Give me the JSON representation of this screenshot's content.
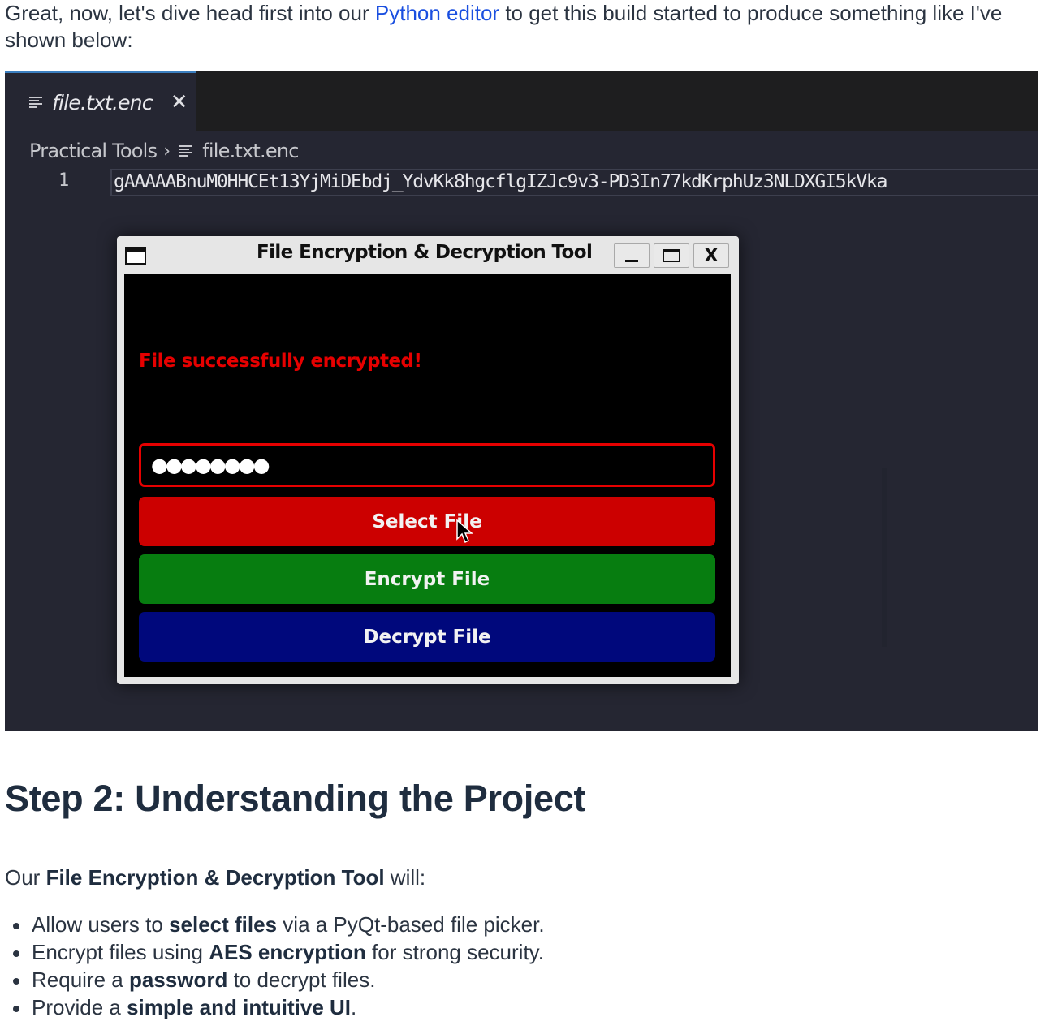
{
  "intro": {
    "before_link": "Great, now, let's dive head first into our ",
    "link_text": "Python editor",
    "after_link": " to get this build started to produce something like I've shown below:"
  },
  "editor": {
    "tab": {
      "label": "file.txt.enc",
      "close_glyph": "✕",
      "icon": "lines-icon"
    },
    "breadcrumb": {
      "folder": "Practical Tools",
      "separator": "›",
      "file": "file.txt.enc",
      "icon": "lines-icon"
    },
    "code": {
      "line_number": "1",
      "text": "gAAAAABnuM0HHCEt13YjMiDEbdj_YdvKk8hgcflgIZJc9v3-PD3In77kdKrphUz3NLDXGI5kVka"
    },
    "colors": {
      "background": "#252632",
      "tabbar": "#1e1e1f",
      "tab_accent": "#3b7fc0"
    }
  },
  "app_window": {
    "title": "File Encryption & Decryption Tool",
    "titlebar_buttons": {
      "minimize": "_",
      "maximize": "□",
      "close": "X"
    },
    "status_message": "File successfully encrypted!",
    "password_field": {
      "value_masked": "●●●●●●●●",
      "length": 8
    },
    "buttons": {
      "select": "Select File",
      "encrypt": "Encrypt File",
      "decrypt": "Decrypt File"
    },
    "colors": {
      "status": "#e60000",
      "select": "#cc0000",
      "encrypt": "#077d10",
      "decrypt": "#00087c",
      "input_border": "#e60000"
    }
  },
  "section": {
    "heading": "Step 2: Understanding the Project",
    "lead": {
      "prefix": "Our ",
      "bold": "File Encryption & Decryption Tool",
      "suffix": " will:"
    },
    "features": [
      {
        "pre": "Allow users to ",
        "bold": "select files",
        "post": " via a PyQt-based file picker."
      },
      {
        "pre": "Encrypt files using ",
        "bold": "AES encryption",
        "post": " for strong security."
      },
      {
        "pre": "Require a ",
        "bold": "password",
        "post": " to decrypt files."
      },
      {
        "pre": "Provide a ",
        "bold": "simple and intuitive UI",
        "post": "."
      }
    ]
  }
}
